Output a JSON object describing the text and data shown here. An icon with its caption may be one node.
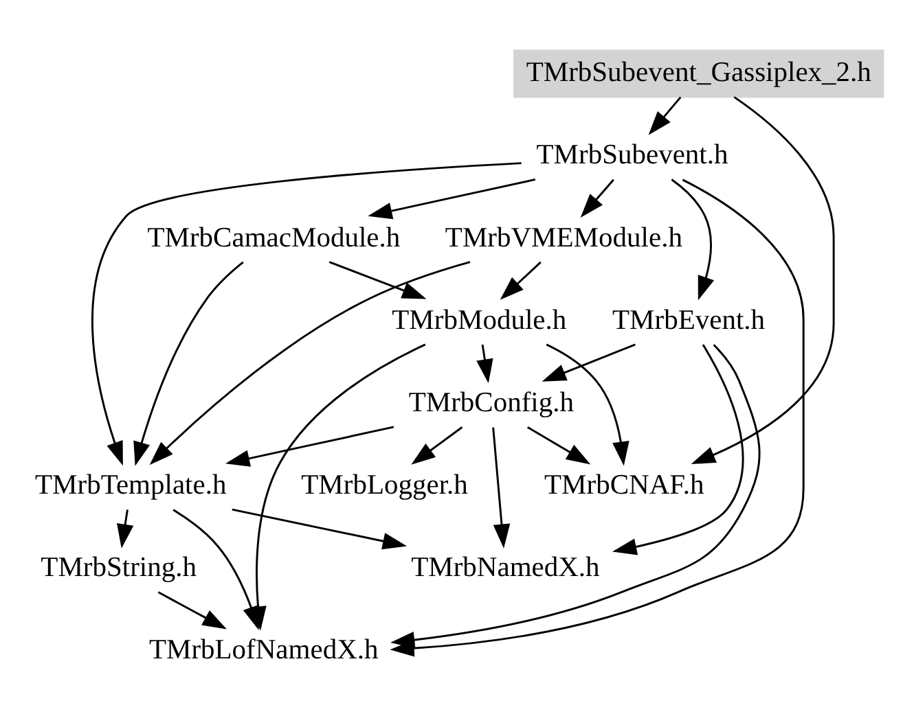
{
  "diagram": {
    "nodes": [
      {
        "text": [
          "TMrbSubevent_Gassiplex_2.h"
        ]
      },
      {
        "text": [
          "TMrbSubevent.h"
        ]
      },
      {
        "text": [
          "TMrbVMEModule.h"
        ]
      },
      {
        "text": [
          "TMrbCamacModule.h"
        ]
      },
      {
        "text": [
          "TMrbEvent.h"
        ]
      },
      {
        "text": [
          "TMrbModule.h"
        ]
      },
      {
        "text": [
          "TMrbConfig.h"
        ]
      },
      {
        "text": [
          "TMrbLogger.h"
        ]
      },
      {
        "text": [
          "TMrbCNAF.h"
        ]
      },
      {
        "text": [
          "TMrbTemplate.h"
        ]
      },
      {
        "text": [
          "TMrbString.h"
        ]
      },
      {
        "text": [
          "TMrbLofNamedX.h"
        ]
      },
      {
        "text": [
          "TMrbNamedX.h"
        ]
      }
    ],
    "edges": [
      {
        "from": 0,
        "to": 1,
        "arrow": "to"
      },
      {
        "from": 0,
        "to": 8,
        "arrow": "to"
      },
      {
        "from": 1,
        "to": 2,
        "arrow": "to"
      },
      {
        "from": 1,
        "to": 3,
        "arrow": "to"
      },
      {
        "from": 1,
        "to": 4,
        "arrow": "to"
      },
      {
        "from": 1,
        "to": 11,
        "arrow": "to"
      },
      {
        "from": 1,
        "to": 9,
        "arrow": "to"
      },
      {
        "from": 2,
        "to": 5,
        "arrow": "to"
      },
      {
        "from": 2,
        "to": 9,
        "arrow": "to"
      },
      {
        "from": 3,
        "to": 5,
        "arrow": "to"
      },
      {
        "from": 3,
        "to": 9,
        "arrow": "to"
      },
      {
        "from": 4,
        "to": 6,
        "arrow": "to"
      },
      {
        "from": 4,
        "to": 11,
        "arrow": "to"
      },
      {
        "from": 4,
        "to": 12,
        "arrow": "to"
      },
      {
        "from": 5,
        "to": 6,
        "arrow": "to"
      },
      {
        "from": 5,
        "to": 8,
        "arrow": "to"
      },
      {
        "from": 5,
        "to": 11,
        "arrow": "to"
      },
      {
        "from": 6,
        "to": 7,
        "arrow": "to"
      },
      {
        "from": 6,
        "to": 8,
        "arrow": "to"
      },
      {
        "from": 6,
        "to": 9,
        "arrow": "to"
      },
      {
        "from": 6,
        "to": 12,
        "arrow": "to"
      },
      {
        "from": 9,
        "to": 10,
        "arrow": "to"
      },
      {
        "from": 9,
        "to": 11,
        "arrow": "to"
      },
      {
        "from": 9,
        "to": 12,
        "arrow": "to"
      },
      {
        "from": 10,
        "to": 11,
        "arrow": "to"
      }
    ]
  }
}
